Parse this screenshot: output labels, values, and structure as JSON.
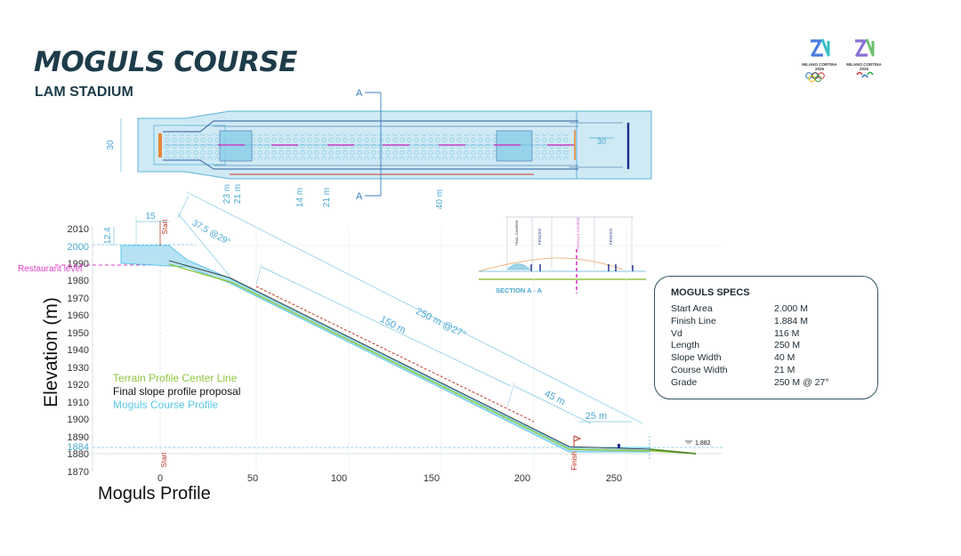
{
  "header": {
    "title": "MOGULS COURSE",
    "subtitle": "LAM STADIUM"
  },
  "logos": {
    "olympic_caption": "MILANO CORTINA",
    "paralympic_caption": "MILANO CORTINA",
    "year": "2026"
  },
  "plan_view": {
    "section_marker": "A",
    "width_start_label": "30",
    "width_finish_label": "30",
    "width_labels": [
      "23 m",
      "21 m",
      "14 m",
      "21 m",
      "40 m"
    ]
  },
  "profile": {
    "title": "Moguls Profile",
    "ylabel": "Elevation (m)",
    "x_ticks": [
      "0",
      "50",
      "100",
      "150",
      "200",
      "250"
    ],
    "y_ticks": [
      "2010",
      "2000",
      "1990",
      "1980",
      "1970",
      "1960",
      "1950",
      "1940",
      "1930",
      "1920",
      "1910",
      "1900",
      "1890",
      "1884",
      "1880",
      "1870"
    ],
    "restaurant_label": "Restaurant level",
    "start_label": "Start",
    "finish_label": "Finish",
    "dim_start_height": "12.4",
    "dim_start_length": "15",
    "dim_transition": "37.5 @29°",
    "dim_slope": "250 m @27°",
    "dim_moguls": "150 m",
    "dim_lower": "45 m",
    "dim_finish": "25 m",
    "elev_marker": "1.882",
    "legend": [
      {
        "label": "Terrain Profile Center Line",
        "color": "#8dc63f"
      },
      {
        "label": "Final slope profile proposal",
        "color": "#111111"
      },
      {
        "label": "Moguls Course Profile",
        "color": "#5bc8e8"
      }
    ]
  },
  "section_aa": {
    "caption": "SECTION A - A",
    "labels": [
      "TRAIL CAMERA",
      "FENCES",
      "MOGULS COURSE",
      "FENCES"
    ]
  },
  "specs": {
    "title": "MOGULS SPECS",
    "rows": [
      {
        "label": "Start Area",
        "value": "2.000 M"
      },
      {
        "label": "Finish Line",
        "value": "1.884 M"
      },
      {
        "label": "Vd",
        "value": "116 M"
      },
      {
        "label": "Length",
        "value": "250 M"
      },
      {
        "label": "Slope Width",
        "value": "40 M"
      },
      {
        "label": "Course Width",
        "value": "21 M"
      },
      {
        "label": "Grade",
        "value": "250 M @ 27°"
      }
    ]
  },
  "colors": {
    "heading": "#1d3c4a",
    "course_blue": "#5bc8e8",
    "plan_fill": "#cfeaf5",
    "terrain_green": "#8dc63f",
    "restaurant_magenta": "#e040c8",
    "start_red": "#c0392b"
  }
}
